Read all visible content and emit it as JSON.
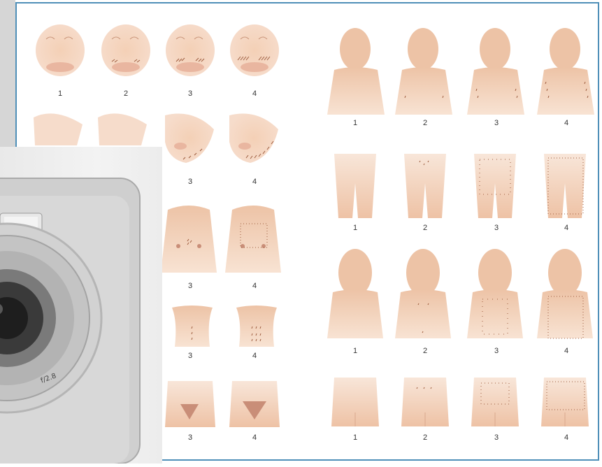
{
  "colors": {
    "frame_border": "#4f8fb8",
    "skin": "#f1c9ad",
    "skin_light": "#f8e0cd",
    "hair_dots": "#9c5b3d",
    "pubic": "#c98e78",
    "camera_body": "#c9c9c9",
    "camera_dark": "#3a3a3a"
  },
  "left_panel": {
    "face_row_labels": [
      "1",
      "2",
      "3",
      "4"
    ],
    "chin_row_labels": [
      "3",
      "4"
    ],
    "chest_row_labels": [
      "3",
      "4"
    ],
    "abdomen_row_labels": [
      "3",
      "4"
    ],
    "pubic_row_labels": [
      "3",
      "4"
    ]
  },
  "right_panel": {
    "arm_row_labels": [
      "1",
      "2",
      "3",
      "4"
    ],
    "thigh_row_labels": [
      "1",
      "2",
      "3",
      "4"
    ],
    "back_row_labels": [
      "1",
      "2",
      "3",
      "4"
    ],
    "buttock_row_labels": [
      "1",
      "2",
      "3",
      "4"
    ]
  },
  "camera": {
    "icon": "camera-icon",
    "lens_text": "f/2.8"
  }
}
